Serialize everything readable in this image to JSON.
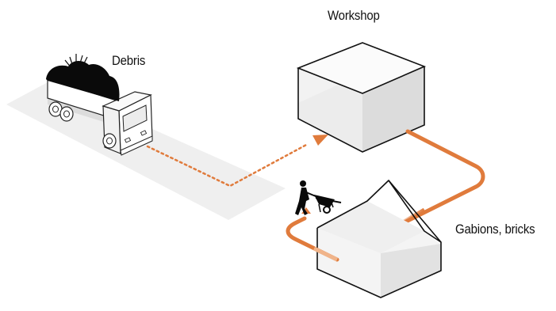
{
  "labels": {
    "debris": "Debris",
    "workshop": "Workshop",
    "gabions": "Gabions, bricks"
  },
  "colors": {
    "flow_arrow": "#e07b3c",
    "ground": "#efefef",
    "outline": "#111111",
    "cargo": "#0a0a0a"
  },
  "icons": {
    "truck": "dump-truck-icon",
    "workshop": "cube-building-icon",
    "house": "gabled-house-icon",
    "worker": "wheelbarrow-worker-icon"
  }
}
